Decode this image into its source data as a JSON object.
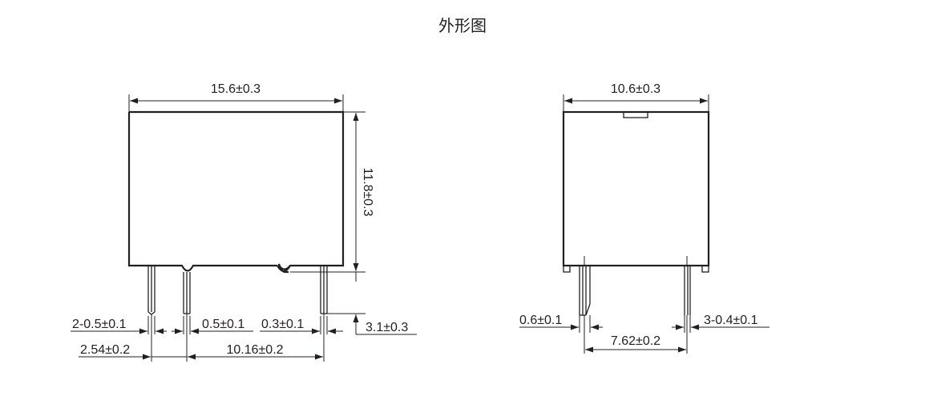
{
  "title": "外形图",
  "front_view": {
    "width_label": "15.6±0.3",
    "height_label": "11.8±0.3",
    "pin_length_label": "3.1±0.3",
    "pin_diameter_label": "2-0.5±0.1",
    "pin_width_label": "0.5±0.1",
    "pin_thin_label": "0.3±0.1",
    "pitch_small_label": "2.54±0.2",
    "pitch_large_label": "10.16±0.2"
  },
  "side_view": {
    "width_label": "10.6±0.3",
    "pin_left_label": "0.6±0.1",
    "pin_right_label": "3-0.4±0.1",
    "pitch_label": "7.62±0.2"
  }
}
